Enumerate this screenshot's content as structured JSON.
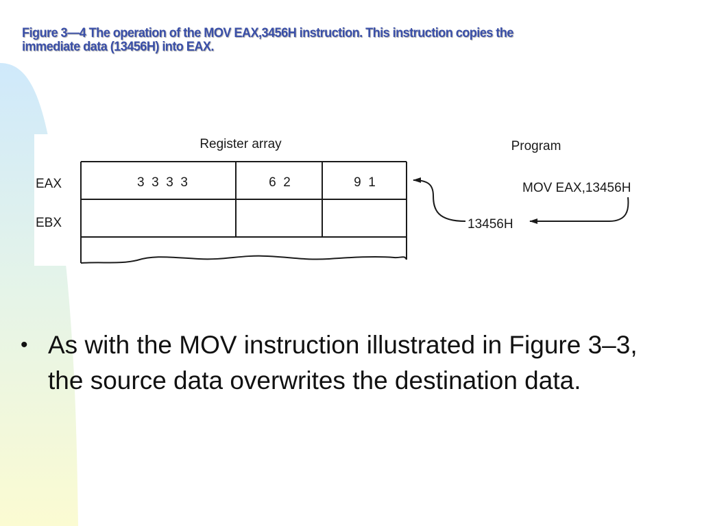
{
  "title": {
    "line1": "Figure 3—4  The operation of the MOV EAX,3456H instruction. This instruction copies the",
    "line2": "immediate data (13456H) into EAX."
  },
  "diagram": {
    "register_array_label": "Register array",
    "program_label": "Program",
    "registers": [
      {
        "name": "EAX",
        "cells": [
          "3  3  3  3",
          "6  2",
          "9  1"
        ]
      },
      {
        "name": "EBX",
        "cells": [
          "",
          "",
          ""
        ]
      }
    ],
    "instruction": "MOV EAX,13456H",
    "immediate_value": "13456H"
  },
  "bullet": {
    "symbol": "•",
    "text": "As with the MOV instruction illustrated in Figure 3–3, the source data overwrites the destination data."
  }
}
